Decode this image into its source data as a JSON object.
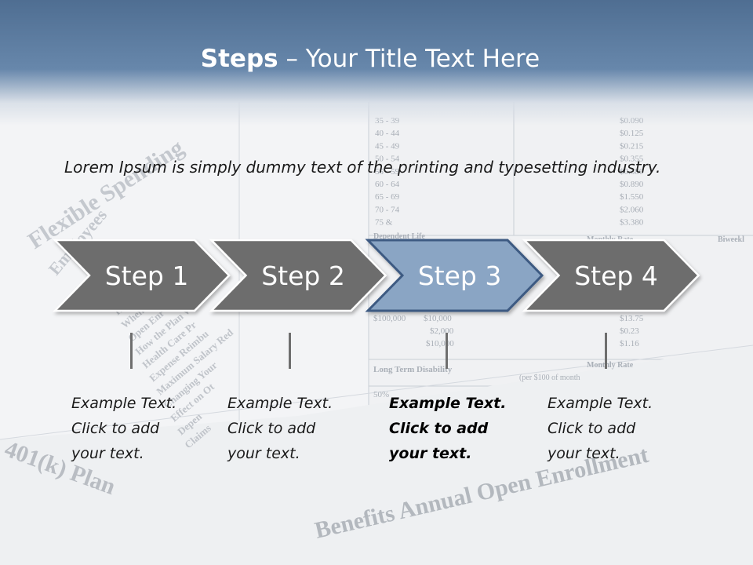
{
  "title": {
    "bold": "Steps",
    "rest": "– Your Title Text Here"
  },
  "intro": "Lorem Ipsum is simply dummy text of the printing and typesetting industry.",
  "background_document": {
    "heading": "Flexible Spending",
    "employees": "Employees",
    "plan": "401(k) Plan",
    "enrollment": "Benefits Annual Open Enrollment",
    "section_dependent": "Dependent Life",
    "section_monthly_rate": "Monthly Rate",
    "section_biweekly": "Biweekl",
    "section_ltd": "Long Term Disability",
    "section_ltd_rate": "Monthly Rate",
    "ltd_note": "(per $100 of month",
    "age_rows": [
      "35 - 39",
      "40 - 44",
      "45 - 49",
      "50 - 54",
      "55 - 59",
      "60 - 64",
      "65 - 69",
      "70 - 74",
      "75 &"
    ],
    "rate_rows": [
      "$0.090",
      "$0.125",
      "$0.215",
      "$0.355",
      "$0.580",
      "$0.890",
      "$1.550",
      "$2.060",
      "$3.380"
    ],
    "coverage_rows": [
      "$100,000",
      "$10,000",
      "$2,000",
      "$10,000"
    ],
    "coverage_rates": [
      "$13.75",
      "$0.23",
      "$1.16"
    ],
    "ltd_percent": "50%",
    "faq_lines": [
      "How",
      "When P",
      "Open Enr",
      "How the Plan W",
      "Health Care Pr",
      "Expense Reimbu",
      "Maximum Salary Red",
      "Changing Your",
      "Effect on Ot",
      "Depen",
      "Claims"
    ]
  },
  "steps": [
    {
      "label": "Step 1",
      "active": false,
      "fill": "#6d6d6d",
      "example": [
        "Example Text.",
        "Click  to add",
        "your text."
      ]
    },
    {
      "label": "Step 2",
      "active": false,
      "fill": "#6d6d6d",
      "example": [
        "Example Text.",
        "Click  to add",
        "your text."
      ]
    },
    {
      "label": "Step 3",
      "active": true,
      "fill": "#8aa5c4",
      "example": [
        "Example Text.",
        "Click  to add",
        "your text."
      ]
    },
    {
      "label": "Step 4",
      "active": false,
      "fill": "#6d6d6d",
      "example": [
        "Example Text.",
        "Click  to add",
        "your text."
      ]
    }
  ],
  "colors": {
    "header_top": "#4f6e92",
    "header_mid": "#6787ab",
    "step_default": "#6d6d6d",
    "step_active": "#8aa5c4",
    "step_active_border": "#3c5a82",
    "chevron_stroke": "#ffffff"
  }
}
